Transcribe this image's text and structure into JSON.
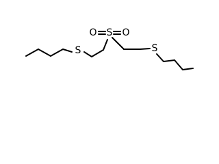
{
  "molecule": {
    "atoms": {
      "sulfur_left": "S",
      "sulfur_center": "S",
      "sulfur_right": "S",
      "oxygen_left": "O",
      "oxygen_right": "O"
    },
    "colors": {
      "bond": "#000000",
      "label": "#000000",
      "background": "#ffffff"
    }
  }
}
